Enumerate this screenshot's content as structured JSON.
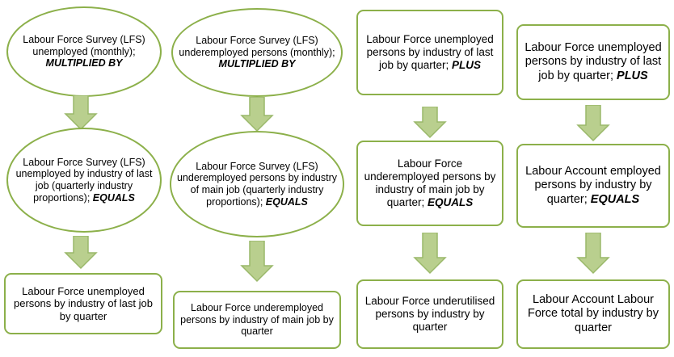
{
  "diagram": {
    "type": "flowchart",
    "title": "",
    "colors": {
      "node_border": "#8cb04a",
      "node_fill": "#ffffff",
      "arrow_fill": "#b9cf8e",
      "arrow_stroke": "#9ab86a",
      "text": "#000000"
    },
    "columns": [
      {
        "id": "col1",
        "nodes": [
          {
            "id": "c1r1",
            "shape": "ellipse",
            "text": "Labour Force Survey (LFS) unemployed (monthly); ",
            "emphasis": "MULTIPLIED BY"
          },
          {
            "id": "c1r2",
            "shape": "ellipse",
            "text": "Labour Force Survey (LFS) unemployed by industry of last job (quarterly industry proportions); ",
            "emphasis": "EQUALS"
          },
          {
            "id": "c1r3",
            "shape": "rounded-rect",
            "text": "Labour Force unemployed persons by industry of last job by quarter",
            "emphasis": ""
          }
        ]
      },
      {
        "id": "col2",
        "nodes": [
          {
            "id": "c2r1",
            "shape": "ellipse",
            "text": "Labour Force Survey (LFS) underemployed persons (monthly); ",
            "emphasis": "MULTIPLIED BY"
          },
          {
            "id": "c2r2",
            "shape": "ellipse",
            "text": "Labour Force Survey (LFS) underemployed persons by industry of main job (quarterly industry proportions); ",
            "emphasis": "EQUALS"
          },
          {
            "id": "c2r3",
            "shape": "rounded-rect",
            "text": "Labour Force underemployed persons by industry of main job by quarter",
            "emphasis": ""
          }
        ]
      },
      {
        "id": "col3",
        "nodes": [
          {
            "id": "c3r1",
            "shape": "rounded-rect",
            "text": "Labour Force unemployed persons by industry of last job by quarter; ",
            "emphasis": "PLUS"
          },
          {
            "id": "c3r2",
            "shape": "rounded-rect",
            "text": "Labour Force underemployed persons by industry of main job by quarter; ",
            "emphasis": "EQUALS"
          },
          {
            "id": "c3r3",
            "shape": "rounded-rect",
            "text": "Labour Force underutilised persons by industry by quarter",
            "emphasis": ""
          }
        ]
      },
      {
        "id": "col4",
        "nodes": [
          {
            "id": "c4r1",
            "shape": "rounded-rect",
            "text": "Labour Force unemployed persons by industry of last job by quarter; ",
            "emphasis": "PLUS"
          },
          {
            "id": "c4r2",
            "shape": "rounded-rect",
            "text": "Labour Account employed persons by industry by quarter; ",
            "emphasis": "EQUALS"
          },
          {
            "id": "c4r3",
            "shape": "rounded-rect",
            "text": "Labour Account Labour Force total by industry by quarter",
            "emphasis": ""
          }
        ]
      }
    ],
    "arrows": [
      {
        "id": "arrow-col1-1-to-2",
        "direction": "down"
      },
      {
        "id": "arrow-col1-2-to-3",
        "direction": "down"
      },
      {
        "id": "arrow-col2-1-to-2",
        "direction": "down"
      },
      {
        "id": "arrow-col2-2-to-3",
        "direction": "down"
      },
      {
        "id": "arrow-col3-1-to-2",
        "direction": "down"
      },
      {
        "id": "arrow-col3-2-to-3",
        "direction": "down"
      },
      {
        "id": "arrow-col4-1-to-2",
        "direction": "down"
      },
      {
        "id": "arrow-col4-2-to-3",
        "direction": "down"
      }
    ]
  }
}
